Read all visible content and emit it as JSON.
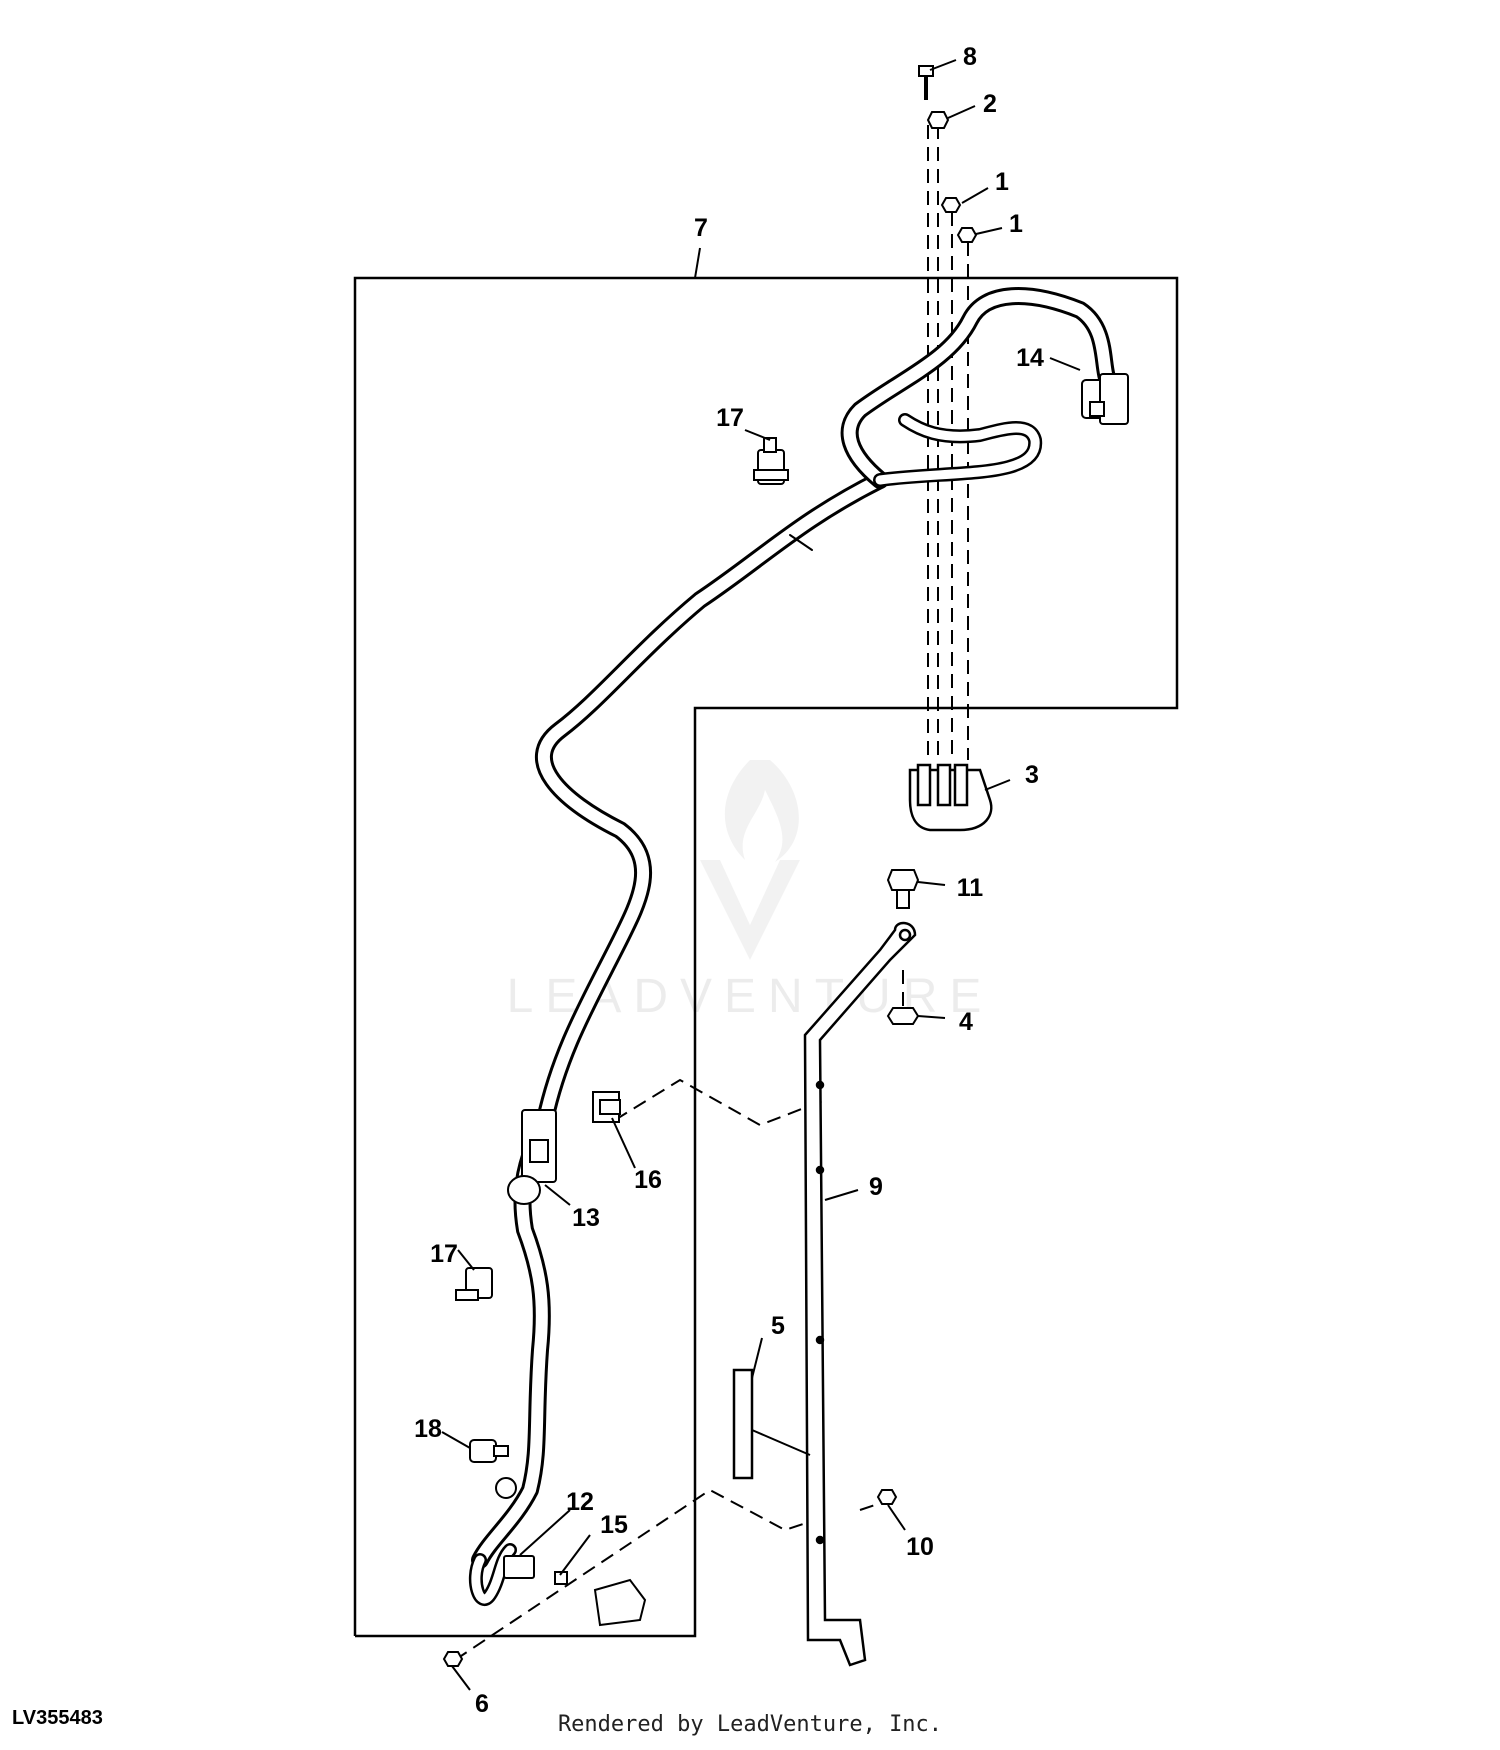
{
  "drawing_id": "LV355483",
  "credit": "Rendered by LeadVenture, Inc.",
  "watermark": "LEADVENTURE",
  "callouts": [
    "8",
    "2",
    "1",
    "1",
    "7",
    "14",
    "17",
    "3",
    "11",
    "4",
    "9",
    "16",
    "13",
    "17",
    "5",
    "18",
    "12",
    "15",
    "10",
    "6"
  ],
  "colors": {
    "line": "#000000",
    "background": "#ffffff"
  }
}
